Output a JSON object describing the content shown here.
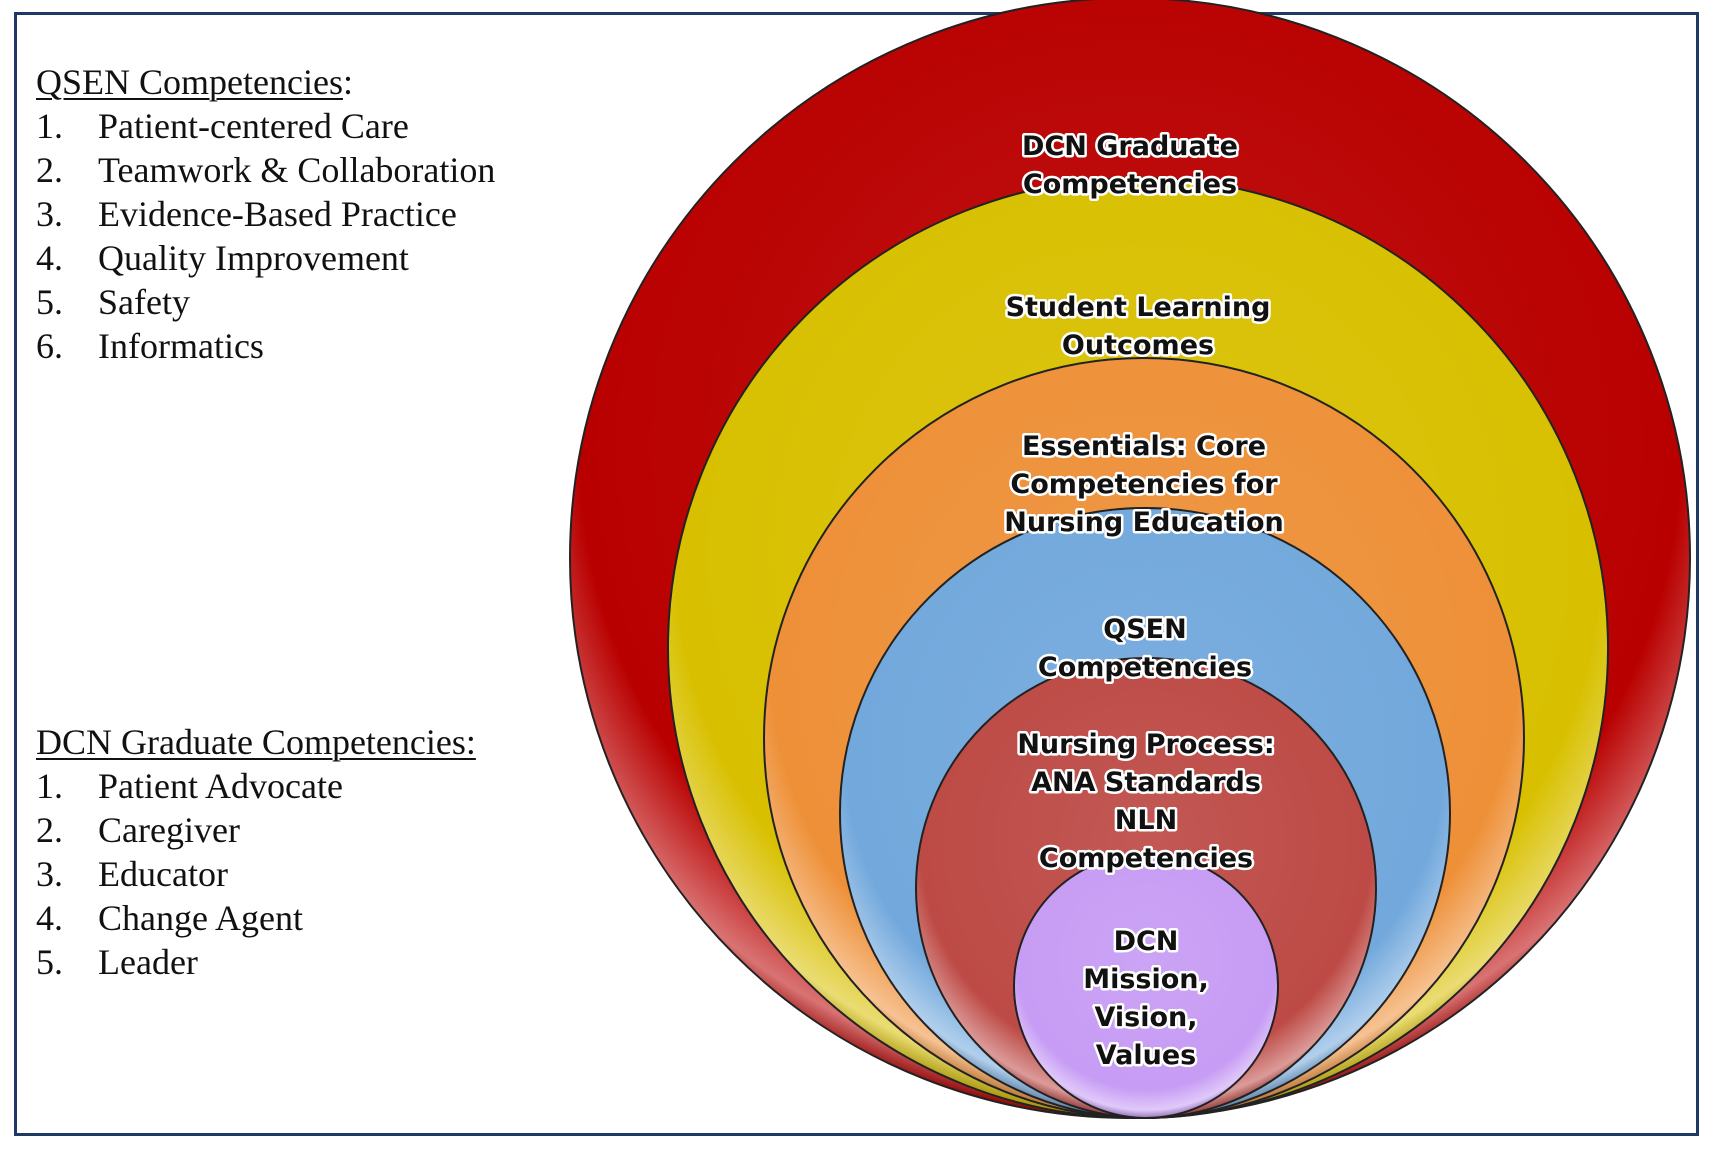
{
  "qsen_list": {
    "heading": "QSEN Competencies",
    "heading_suffix": ":",
    "items": [
      {
        "num": "1.",
        "text": "Patient-centered Care"
      },
      {
        "num": "2.",
        "text": "Teamwork & Collaboration"
      },
      {
        "num": "3.",
        "text": "Evidence-Based Practice"
      },
      {
        "num": "4.",
        "text": "Quality Improvement"
      },
      {
        "num": "5.",
        "text": "Safety"
      },
      {
        "num": "6.",
        "text": "Informatics"
      }
    ]
  },
  "dcn_list": {
    "heading": "DCN Graduate Competencies:",
    "items": [
      {
        "num": "1.",
        "text": "Patient Advocate"
      },
      {
        "num": "2.",
        "text": "Caregiver"
      },
      {
        "num": "3.",
        "text": "Educator"
      },
      {
        "num": "4.",
        "text": "Change Agent"
      },
      {
        "num": "5.",
        "text": "Leader"
      }
    ]
  },
  "rings": [
    {
      "lines": [
        "DCN Graduate",
        "Competencies"
      ],
      "color": "#b90000"
    },
    {
      "lines": [
        "Student Learning",
        "Outcomes"
      ],
      "color": "#d8c000"
    },
    {
      "lines": [
        "Essentials: Core",
        "Competencies for",
        "Nursing Education"
      ],
      "color": "#ee9038"
    },
    {
      "lines": [
        "QSEN",
        "Competencies"
      ],
      "color": "#72a8dc"
    },
    {
      "lines": [
        "Nursing Process:",
        "ANA Standards",
        "NLN",
        "Competencies"
      ],
      "color": "#bd4a45"
    },
    {
      "lines": [
        "DCN",
        "Mission,",
        "Vision,",
        "Values"
      ],
      "color": "#c79cf4"
    }
  ],
  "colors": {
    "border": "#1f3864",
    "ring_outline": "#222222"
  }
}
